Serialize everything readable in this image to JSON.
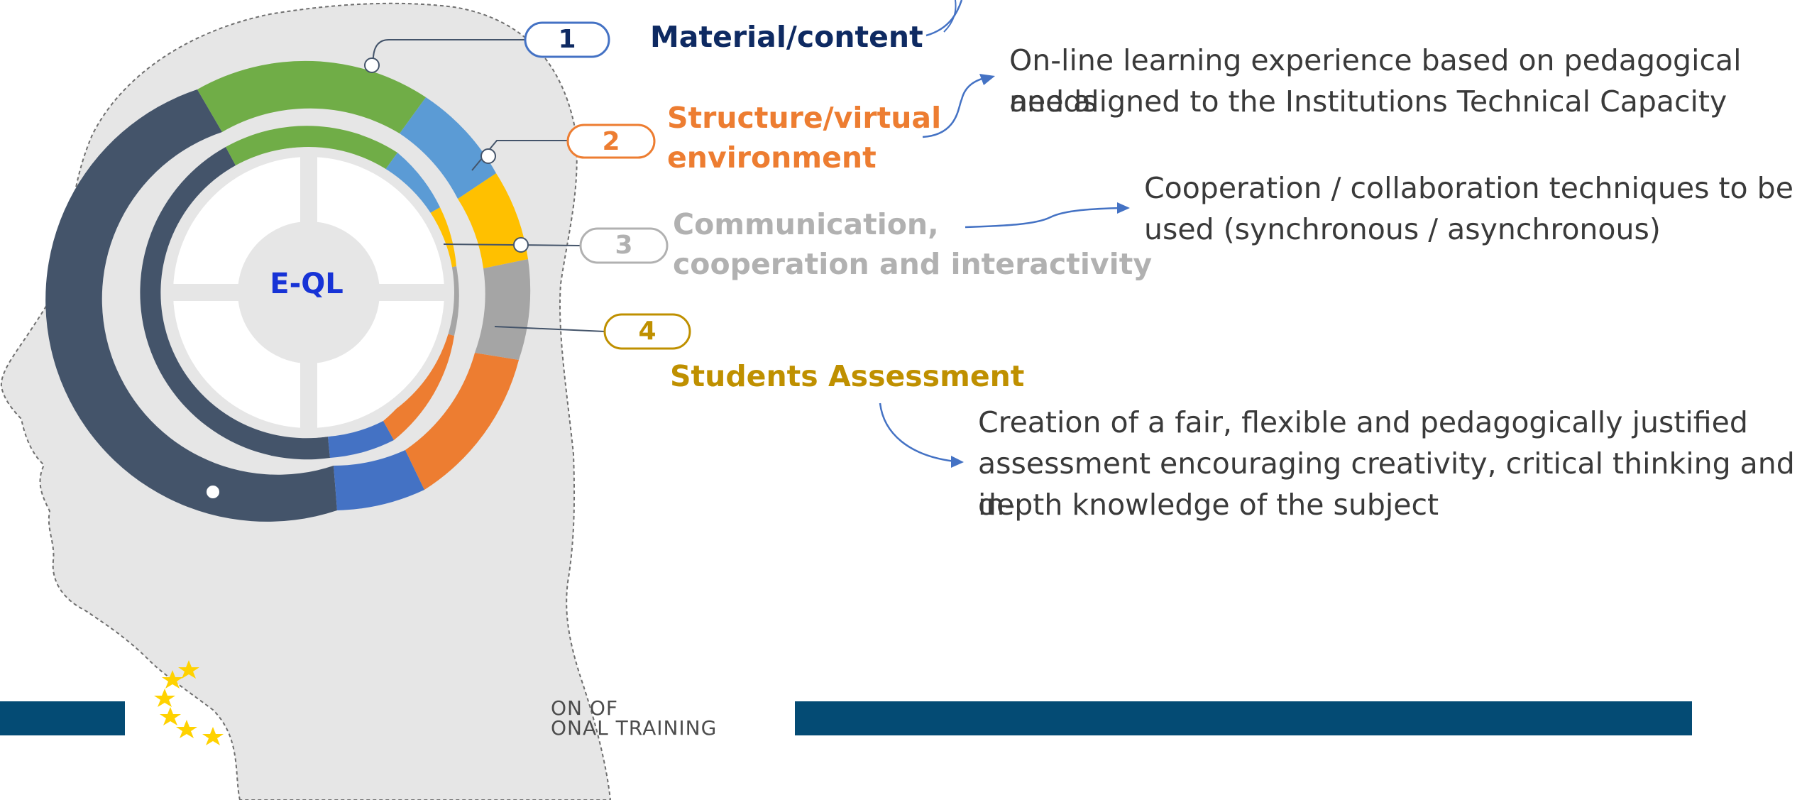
{
  "center": {
    "label": "E-QL"
  },
  "pillars": [
    {
      "number": "1",
      "title": "Material/content",
      "color": "#0e2a62",
      "segment_color": "#70ad47"
    },
    {
      "number": "2",
      "title": "Structure/virtual environment",
      "title_lines": [
        "Structure/virtual",
        "environment"
      ],
      "color": "#ed7d31",
      "segment_color": "#5b9bd5",
      "description": [
        "On-line learning experience based on pedagogical needs",
        "and aligned to the Institutions Technical Capacity"
      ]
    },
    {
      "number": "3",
      "title": "Communication, cooperation and interactivity",
      "title_lines": [
        "Communication,",
        "cooperation and interactivity"
      ],
      "color": "#b1b1b1",
      "segment_color": "#ffc000",
      "description": [
        "Cooperation / collaboration techniques to be",
        "used (synchronous / asynchronous)"
      ]
    },
    {
      "number": "4",
      "title": "Students Assessment",
      "color": "#bf9000",
      "segment_color": "#a5a5a5",
      "description": [
        "Creation of a fair, flexible and pedagogically justified",
        "assessment encouraging creativity, critical thinking and in-",
        "depth knowledge of the subject"
      ]
    }
  ],
  "footer": {
    "logo_line1": "ON OF",
    "logo_line2": "ONAL TRAINING",
    "band_color": "#044b74",
    "star_color": "#ffd200"
  },
  "colors": {
    "head": "#e6e6e6",
    "dark_ring": "#44546a",
    "orange": "#ed7d31",
    "blue": "#4472c4"
  }
}
